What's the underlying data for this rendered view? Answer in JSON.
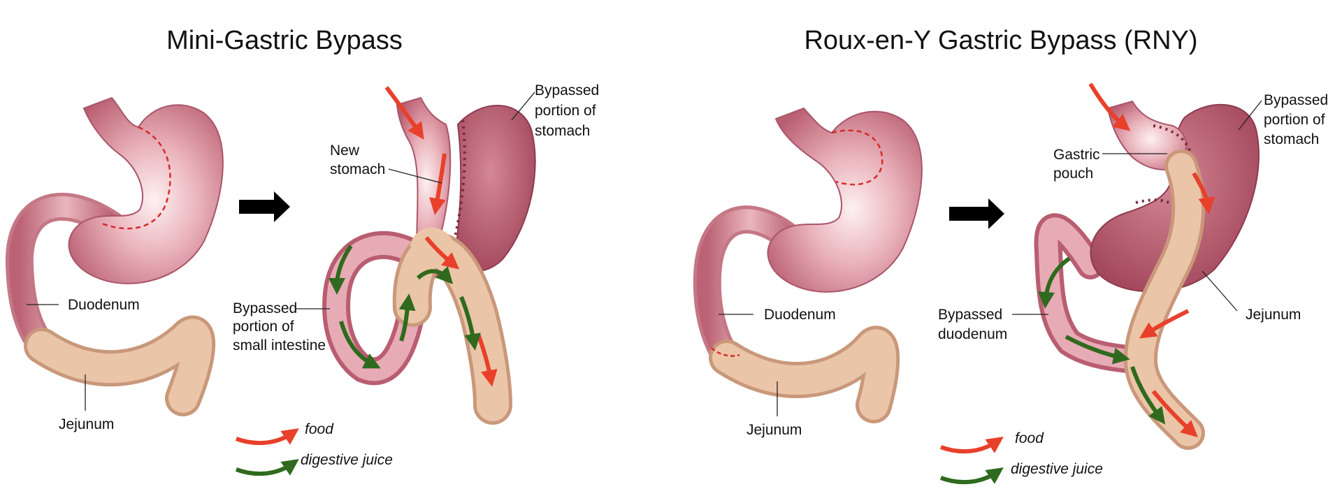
{
  "left_panel": {
    "title": "Mini-Gastric Bypass",
    "before_labels": {
      "duodenum": "Duodenum",
      "jejunum": "Jejunum"
    },
    "after_labels": {
      "new_stomach_1": "New",
      "new_stomach_2": "stomach",
      "bypassed_stomach_1": "Bypassed",
      "bypassed_stomach_2": "portion of",
      "bypassed_stomach_3": "stomach",
      "bypassed_intestine_1": "Bypassed",
      "bypassed_intestine_2": "portion of",
      "bypassed_intestine_3": "small intestine"
    },
    "legend": {
      "food": "food",
      "digestive_juice": "digestive juice"
    }
  },
  "right_panel": {
    "title": "Roux-en-Y Gastric Bypass (RNY)",
    "before_labels": {
      "duodenum": "Duodenum",
      "jejunum": "Jejunum"
    },
    "after_labels": {
      "gastric_pouch_1": "Gastric",
      "gastric_pouch_2": "pouch",
      "bypassed_stomach_1": "Bypassed",
      "bypassed_stomach_2": "portion of",
      "bypassed_stomach_3": "stomach",
      "bypassed_duodenum_1": "Bypassed",
      "bypassed_duodenum_2": "duodenum",
      "jejunum": "Jejunum"
    },
    "legend": {
      "food": "food",
      "digestive_juice": "digestive juice"
    }
  },
  "colors": {
    "stomach": "#e29aa6",
    "stomach_dark": "#b85f70",
    "intestine": "#e6bd9f",
    "intestine_edge": "#c9987a",
    "food_arrow": "#e8402a",
    "juice_arrow": "#2f6a1e",
    "process_arrow": "#000000"
  }
}
